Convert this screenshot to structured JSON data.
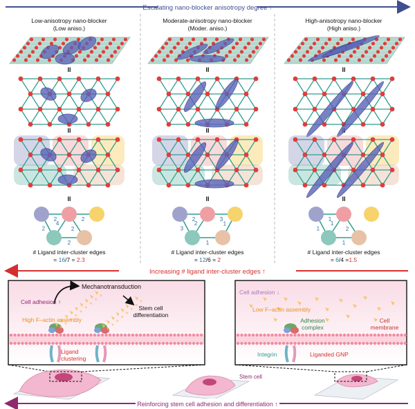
{
  "colors": {
    "blue_arrow": "#3f4f8f",
    "red_arrow": "#d32f2f",
    "purple_arrow": "#8e2a6e",
    "lattice_node": "#e23c3c",
    "lattice_edge": "#2f9e8e",
    "blocker": "#5a63b8",
    "grid_plate": "#b5d8cf",
    "cluster_purple": "#9fa3cc",
    "cluster_pink": "#ef9fa3",
    "cluster_yellow": "#f6d36b",
    "cluster_teal": "#8cc8bc",
    "cluster_peach": "#e8c2a6",
    "cell_pink": "#f3b7cf",
    "membrane": "#f08aa0"
  },
  "header": {
    "escalating_label": "Escalating nano-blocker anisotropy degree ↑"
  },
  "equals_glyph": "II",
  "columns": [
    {
      "title1": "Low-anisotropy nano-blocker",
      "title2": "(Low aniso.)",
      "graph_edges": [
        "2",
        "2",
        "2",
        "4",
        "2",
        "2"
      ],
      "edges_title": "# Ligand inter-cluster edges",
      "eq_num": "16",
      "eq_den": "/7 = ",
      "eq_val": "2.3"
    },
    {
      "title1": "Moderate-anisotropy nano-blocker",
      "title2": "(Moder. aniso.)",
      "graph_edges": [
        "2",
        "3",
        "3",
        "2",
        "1",
        "1"
      ],
      "edges_title": "# Ligand inter-cluster edges",
      "eq_num": "12",
      "eq_den": "/6 = ",
      "eq_val": "2"
    },
    {
      "title1": "High-anisotropy nano-blocker",
      "title2": "(High aniso.)",
      "graph_edges": [
        "1",
        "1",
        "1",
        "2",
        "1"
      ],
      "edges_title": "# Ligand inter-cluster edges",
      "eq_num": "6",
      "eq_den": "/4 =",
      "eq_val": "1.5"
    }
  ],
  "red_arrow_label": "Increasing # ligand inter-cluster edges ↑",
  "left_panel": {
    "mechanotransduction": "Mechanotransduction",
    "cell_adhesion": "Cell adhesion ↑",
    "stem_cell_diff_1": "Stem cell",
    "stem_cell_diff_2": "differentiation",
    "high_factin": "High F–actin assembly",
    "ligand_clustering_1": "Ligand",
    "ligand_clustering_2": "clustering"
  },
  "right_panel": {
    "cell_adhesion": "Cell adhesion ↓",
    "low_factin": "Low F–actin assembly",
    "adhesion_complex_1": "Adhesion",
    "adhesion_complex_2": "complex",
    "cell_membrane_1": "Cell",
    "cell_membrane_2": "membrane",
    "integrin": "Integrin",
    "liganded_gnp": "Liganded GNP"
  },
  "stem_cell_label": "Stem cell",
  "bottom_arrow_label": "Reinforcing stem cell adhesion and differentiation ↑"
}
